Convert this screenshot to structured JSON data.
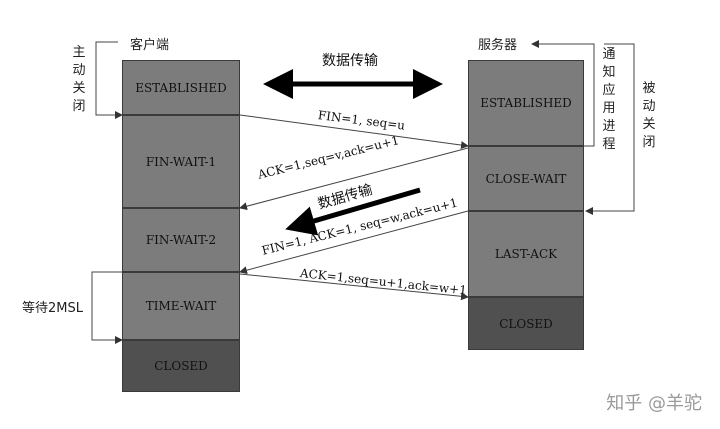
{
  "client_label": "客户端",
  "server_label": "服务器",
  "active_close_label": "主动关闭",
  "passive_close_label": "被动关闭",
  "notify_app_label": "通知应用进程",
  "wait_2msl_label": "等待2MSL",
  "data_transfer_top": "数据传输",
  "data_transfer_mid": "数据传输",
  "client_states": [
    "ESTABLISHED",
    "FIN-WAIT-1",
    "FIN-WAIT-2",
    "TIME-WAIT",
    "CLOSED"
  ],
  "server_states": [
    "ESTABLISHED",
    "CLOSE-WAIT",
    "LAST-ACK",
    "CLOSED"
  ],
  "messages": {
    "fin1": "FIN=1, seq=u",
    "ack1": "ACK=1,seq=v,ack=u+1",
    "fin2": "FIN=1, ACK=1, seq=w,ack=u+1",
    "ack2": "ACK=1,seq=u+1,ack=w+1"
  },
  "watermark": "知乎 @羊驼"
}
